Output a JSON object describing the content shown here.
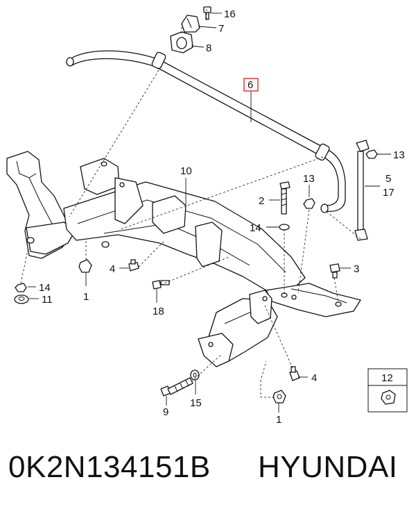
{
  "diagram": {
    "callouts": {
      "c16": "16",
      "c7": "7",
      "c8": "8",
      "c6": "6",
      "c13a": "13",
      "c5": "5",
      "c17": "17",
      "c10": "10",
      "c13b": "13",
      "c2": "2",
      "c14a": "14",
      "c3": "3",
      "c4a": "4",
      "c14b": "14",
      "c11": "11",
      "c1a": "1",
      "c18": "18",
      "c4b": "4",
      "c12": "12",
      "c9": "9",
      "c15": "15",
      "c1b": "1"
    },
    "highlight_color": "#d92b2b"
  },
  "footer": {
    "part_number": "0K2N134151B",
    "brand": "HYUNDAI"
  }
}
